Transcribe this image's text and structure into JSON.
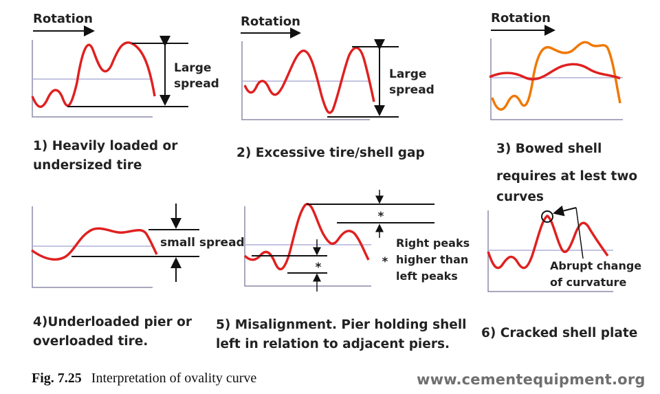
{
  "panels": [
    {
      "rotation": "Rotation",
      "spread_lines": [
        "Large",
        "spread"
      ],
      "caption_lines": [
        "1) Heavily loaded or",
        "undersized tire"
      ]
    },
    {
      "rotation": "Rotation",
      "spread_lines": [
        "Large",
        "spread"
      ],
      "caption_lines": [
        "2) Excessive tire/shell gap"
      ]
    },
    {
      "rotation": "Rotation",
      "caption_lines": [
        "3) Bowed shell",
        "requires at lest two",
        "curves"
      ]
    },
    {
      "spread_label": "small spread",
      "caption_lines": [
        "4)Underloaded pier or",
        "overloaded tire."
      ]
    },
    {
      "marker": "*",
      "note_lines": [
        "Right peaks",
        "higher than",
        "left peaks"
      ],
      "caption_lines": [
        "5) Misalignment. Pier holding shell",
        "left in relation to adjacent piers."
      ]
    },
    {
      "note_lines": [
        "Abrupt change",
        "of curvature"
      ],
      "caption_lines": [
        "6) Cracked shell plate"
      ]
    }
  ],
  "figure_caption": {
    "number": "Fig. 7.25",
    "text": "Interpretation of ovality curve"
  },
  "watermark": "www.cementequipment.org",
  "colors": {
    "curve": "#e02020",
    "curve_orange": "#f07800",
    "axis": "#8a8aa8",
    "baseline": "#b0b0d8"
  }
}
